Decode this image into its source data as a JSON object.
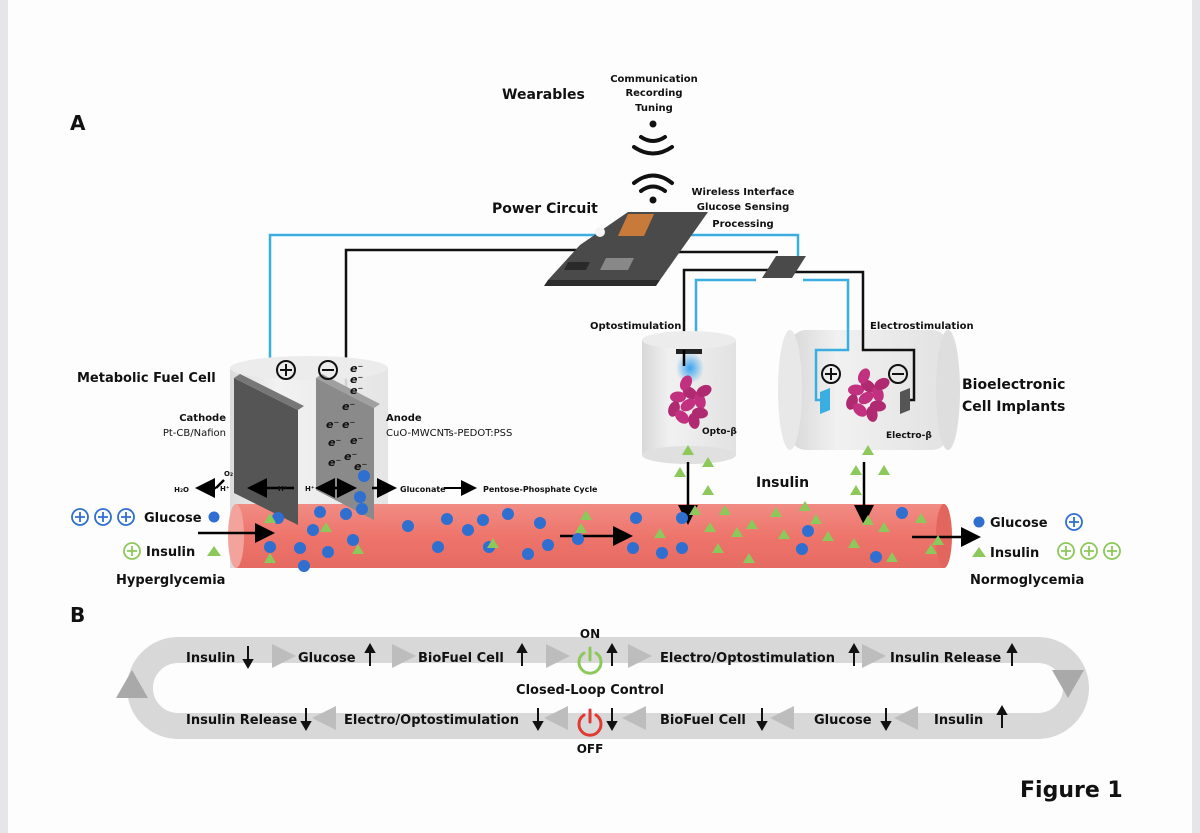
{
  "panel_labels": {
    "a": "A",
    "b": "B"
  },
  "figure_caption": "Figure 1",
  "wearables": {
    "title": "Wearables",
    "functions": [
      "Communication",
      "Recording",
      "Tuning"
    ]
  },
  "power_circuit": {
    "title": "Power Circuit",
    "functions": [
      "Wireless Interface",
      "Glucose Sensing",
      "Processing"
    ]
  },
  "fuel_cell": {
    "title": "Metabolic Fuel Cell",
    "cathode": {
      "label": "Cathode",
      "material": "Pt-CB/Nafion"
    },
    "anode": {
      "label": "Anode",
      "material": "CuO-MWCNTs-PEDOT:PSS"
    },
    "reaction": {
      "h2o": "H₂O",
      "o2": "O₂",
      "h_plus": "H⁺",
      "gluconate": "Gluconate",
      "pentose": "Pentose-Phosphate Cycle"
    },
    "electron": "e⁻"
  },
  "implants": {
    "title_line1": "Bioelectronic",
    "title_line2": "Cell Implants",
    "opto_label": "Optostimulation",
    "electro_label": "Electrostimulation",
    "opto_cell": "Opto-β",
    "electro_cell": "Electro-β",
    "insulin_label": "Insulin"
  },
  "left_state": {
    "glucose": "Glucose",
    "insulin": "Insulin",
    "condition": "Hyperglycemia",
    "glucose_plus_count": 3,
    "insulin_plus_count": 1
  },
  "right_state": {
    "glucose": "Glucose",
    "insulin": "Insulin",
    "condition": "Normoglycemia",
    "glucose_plus_count": 1,
    "insulin_plus_count": 3
  },
  "loop": {
    "title": "Closed-Loop Control",
    "on_label": "ON",
    "off_label": "OFF",
    "top_row": [
      {
        "label": "Insulin",
        "dir": "down"
      },
      {
        "label": "Glucose",
        "dir": "up"
      },
      {
        "label": "BioFuel Cell",
        "dir": "up"
      },
      {
        "label": "",
        "dir": "up",
        "power": "on"
      },
      {
        "label": "Electro/Optostimulation",
        "dir": "up"
      },
      {
        "label": "Insulin Release",
        "dir": "up"
      }
    ],
    "bottom_row": [
      {
        "label": "Insulin Release",
        "dir": "down"
      },
      {
        "label": "Electro/Optostimulation",
        "dir": "down"
      },
      {
        "label": "",
        "dir": "down",
        "power": "off"
      },
      {
        "label": "BioFuel Cell",
        "dir": "down"
      },
      {
        "label": "Glucose",
        "dir": "down"
      },
      {
        "label": "Insulin",
        "dir": "up"
      }
    ]
  },
  "colors": {
    "glucose": "#2f6fd0",
    "insulin": "#8cc85a",
    "vessel": "#ef7b72",
    "wire_blue": "#3aaee0",
    "hyper": "#e23a30",
    "normo": "#8cc85a",
    "on": "#8cc85a",
    "off": "#e03a32",
    "cells": "#c2317f"
  }
}
